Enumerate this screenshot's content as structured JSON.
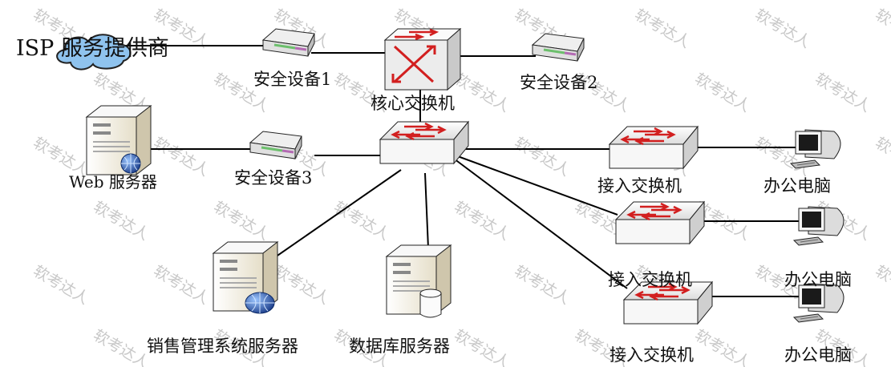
{
  "watermark": "软考达人",
  "labels": {
    "isp": "ISP 服务提供商",
    "security_1": "安全设备1",
    "security_2": "安全设备2",
    "security_3": "安全设备3",
    "core_switch": "核心交换机",
    "web_server": "Web 服务器",
    "access_switch_1": "接入交换机",
    "access_switch_2": "接入交换机",
    "access_switch_3": "接入交换机",
    "office_pc_1": "办公电脑",
    "office_pc_2": "办公电脑",
    "office_pc_3": "办公电脑",
    "sales_server": "销售管理系统服务器",
    "db_server": "数据库服务器"
  },
  "colors": {
    "line": "#000000",
    "cloud": "#7fb8e6",
    "arrow": "#d21f1f",
    "device_face": "#f4f4f4",
    "device_side": "#cfcfcf",
    "server_body": "#f2ecd9",
    "globe": "#2b5fb0"
  }
}
